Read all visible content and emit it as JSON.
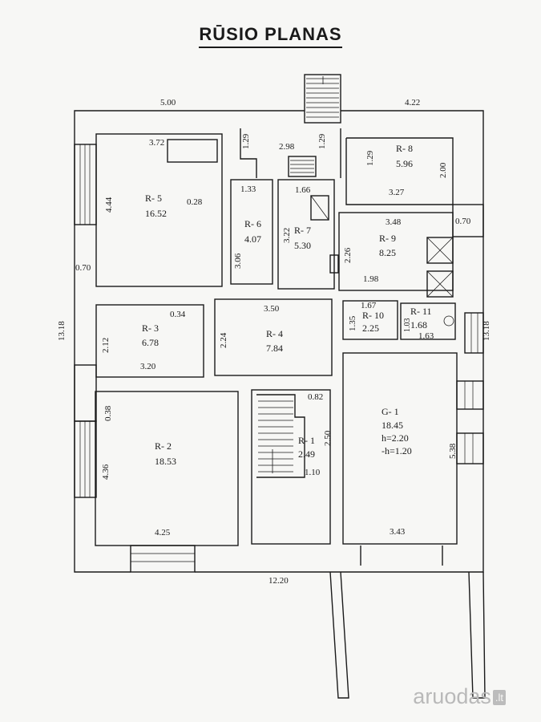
{
  "title": "RŪSIO PLANAS",
  "watermark": {
    "text": "aruodas",
    "suffix": ".lt"
  },
  "dimensions": {
    "top_left": "5.00",
    "top_right": "4.22",
    "bottom": "12.20",
    "left": "13.18",
    "right": "13.18",
    "stair_top_a": "1.29",
    "stair_top_b": "1.29",
    "stair_width": "2.98",
    "left_window": "0.70",
    "right_window": "0.70"
  },
  "rooms": {
    "r5": {
      "name": "R- 5",
      "area": "16.52",
      "d1": "3.72",
      "d2": "4.44",
      "d3": "0.28"
    },
    "r6": {
      "name": "R- 6",
      "area": "4.07",
      "d1": "1.33",
      "d2": "3.06"
    },
    "r7": {
      "name": "R- 7",
      "area": "5.30",
      "d1": "1.66",
      "d2": "3.22"
    },
    "r8": {
      "name": "R- 8",
      "area": "5.96",
      "d1": "1.29",
      "d2": "2.00",
      "d3": "3.27"
    },
    "r9": {
      "name": "R- 9",
      "area": "8.25",
      "d1": "3.48",
      "d2": "2.26",
      "d3": "1.98"
    },
    "r3": {
      "name": "R- 3",
      "area": "6.78",
      "d1": "0.34",
      "d2": "2.12",
      "d3": "3.20"
    },
    "r4": {
      "name": "R- 4",
      "area": "7.84",
      "d1": "3.50",
      "d2": "2.24"
    },
    "r10": {
      "name": "R- 10",
      "area": "2.25",
      "d1": "1.67",
      "d2": "1.35"
    },
    "r11": {
      "name": "R- 11",
      "area": "1.68",
      "d1": "1.03",
      "d2": "1.63"
    },
    "r2": {
      "name": "R- 2",
      "area": "18.53",
      "d1": "0.38",
      "d2": "4.36",
      "d3": "4.25"
    },
    "r1": {
      "name": "R- 1",
      "area": "2.49",
      "d1": "0.82",
      "d2": "2.50",
      "d3": "1.10"
    },
    "g1": {
      "name": "G- 1",
      "area": "18.45",
      "h1": "h=2.20",
      "h2": "-h=1.20",
      "d1": "5.38",
      "d2": "3.43"
    }
  }
}
